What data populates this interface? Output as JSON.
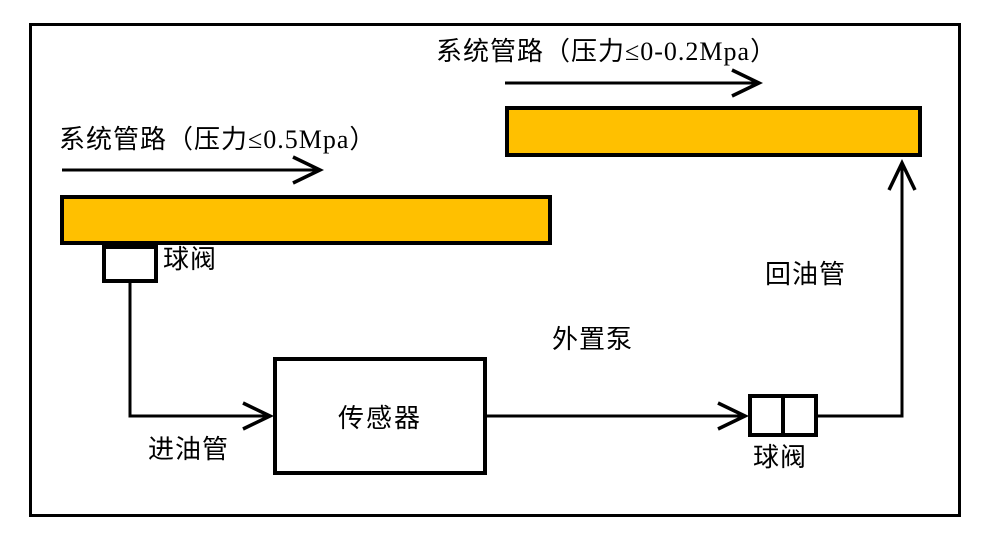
{
  "colors": {
    "pipe_fill": "#FFC000",
    "stroke": "#000000",
    "background": "#FFFFFF"
  },
  "labels": {
    "system_pipe_low": "系统管路（压力≤0-0.2Mpa）",
    "system_pipe_high": "系统管路（压力≤0.5Mpa）",
    "ball_valve_left": "球阀",
    "oil_inlet_pipe": "进油管",
    "sensor": "传感器",
    "external_pump": "外置泵",
    "ball_valve_right": "球阀",
    "oil_return_pipe": "回油管"
  }
}
